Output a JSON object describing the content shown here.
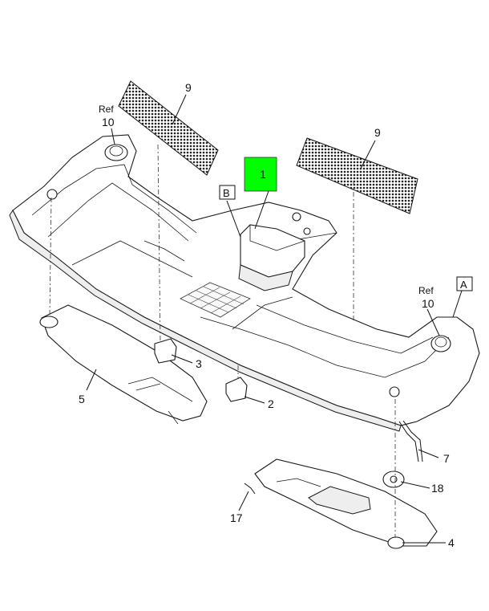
{
  "highlight_color": "#00ff00",
  "callouts": {
    "c1": "1",
    "c2": "2",
    "c3": "3",
    "c4": "4",
    "c5": "5",
    "c7": "7",
    "c9_left": "9",
    "c9_right": "9",
    "c10_left": "10",
    "c10_right": "10",
    "c17": "17",
    "c18": "18"
  },
  "ref_labels": {
    "left": "Ref",
    "right": "Ref"
  },
  "view_labels": {
    "A": "A",
    "B": "B"
  }
}
